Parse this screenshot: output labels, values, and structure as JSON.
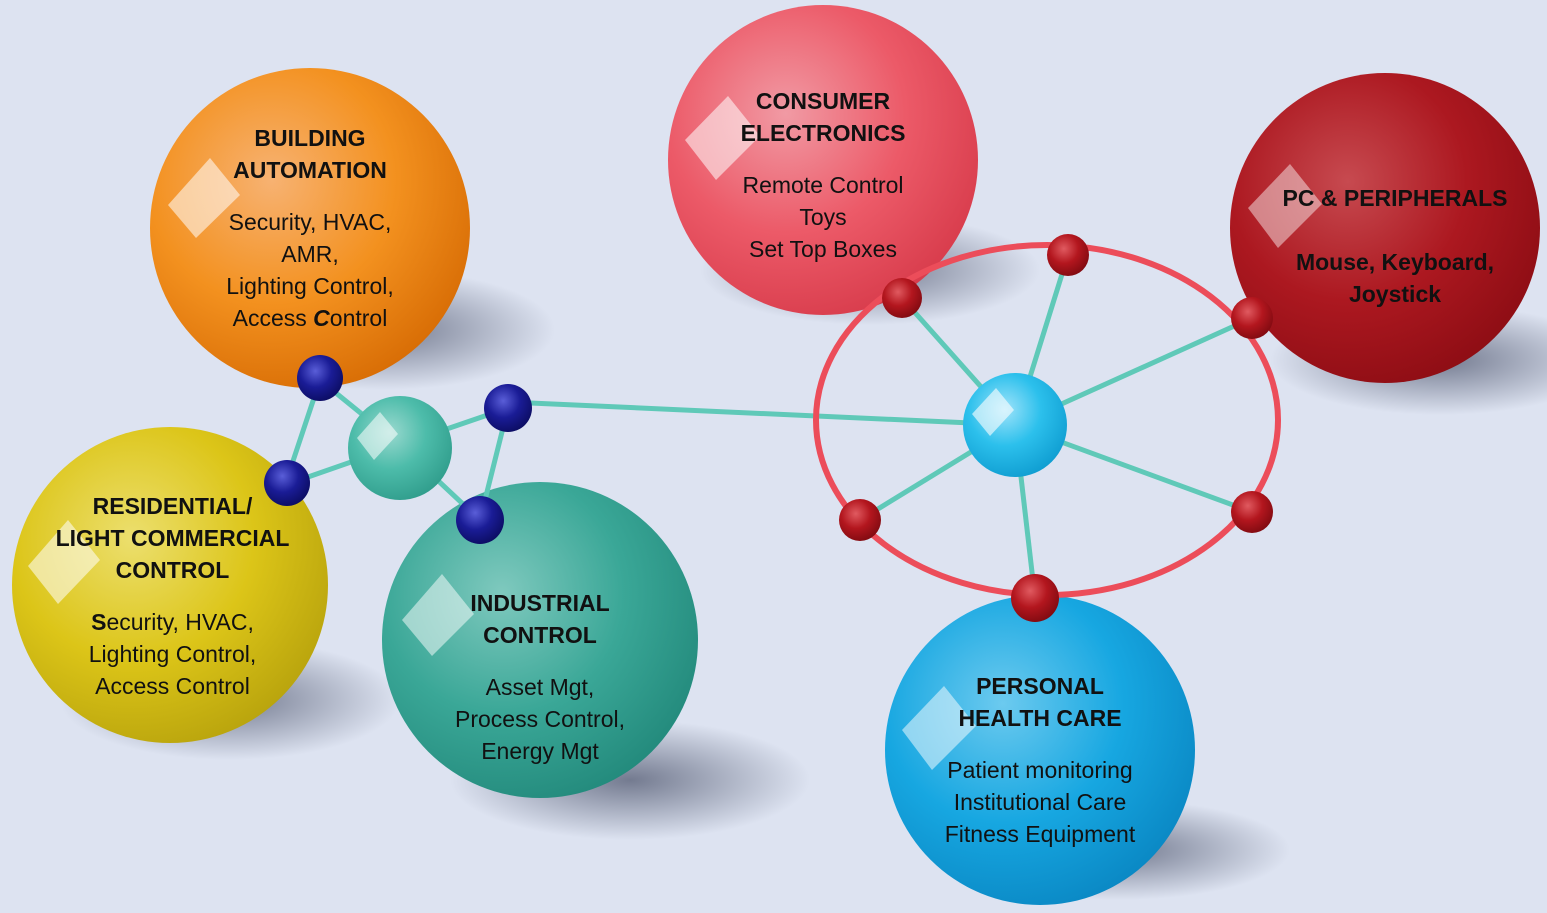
{
  "spheres": {
    "building": {
      "title1": "BUILDING",
      "title2": "AUTOMATION",
      "line1": "Security, HVAC,",
      "line2": "AMR,",
      "line3": "Lighting Control,",
      "line4_pre": "Access ",
      "line4_mid": "C",
      "line4_post": "ontrol",
      "color": "#f5841f"
    },
    "residential": {
      "title1": "RESIDENTIAL/",
      "title2": "LIGHT COMMERCIAL",
      "title3": "CONTROL",
      "line1_pre": "S",
      "line1_post": "ecurity, HVAC,",
      "line2": "Lighting Control,",
      "line3": "Access Control",
      "color": "#dcc518"
    },
    "industrial": {
      "title1": "INDUSTRIAL",
      "title2": "CONTROL",
      "line1": "Asset Mgt,",
      "line2": "Process Control,",
      "line3": "Energy Mgt",
      "color": "#36a596"
    },
    "consumer": {
      "title1": "CONSUMER",
      "title2": "ELECTRONICS",
      "line1": "Remote Control",
      "line2": "Toys",
      "line3": "Set Top Boxes",
      "color": "#ef5e6b"
    },
    "pc": {
      "title1": "PC & PERIPHERALS",
      "line1": "Mouse, Keyboard,",
      "line2": "Joystick",
      "color": "#b0171f"
    },
    "health": {
      "title1": "PERSONAL",
      "title2": "HEALTH CARE",
      "line1": "Patient monitoring",
      "line2": "Institutional Care",
      "line3": "Fitness Equipment",
      "color": "#12a8e0"
    }
  },
  "colors": {
    "background": "#dde3f1",
    "link": "#5fc9b8",
    "ring": "#ec4d5a",
    "blue_node": "#16188f",
    "red_node": "#b3141c",
    "teal_hub": "#4dbcaa",
    "blue_hub": "#2cc0ec"
  }
}
